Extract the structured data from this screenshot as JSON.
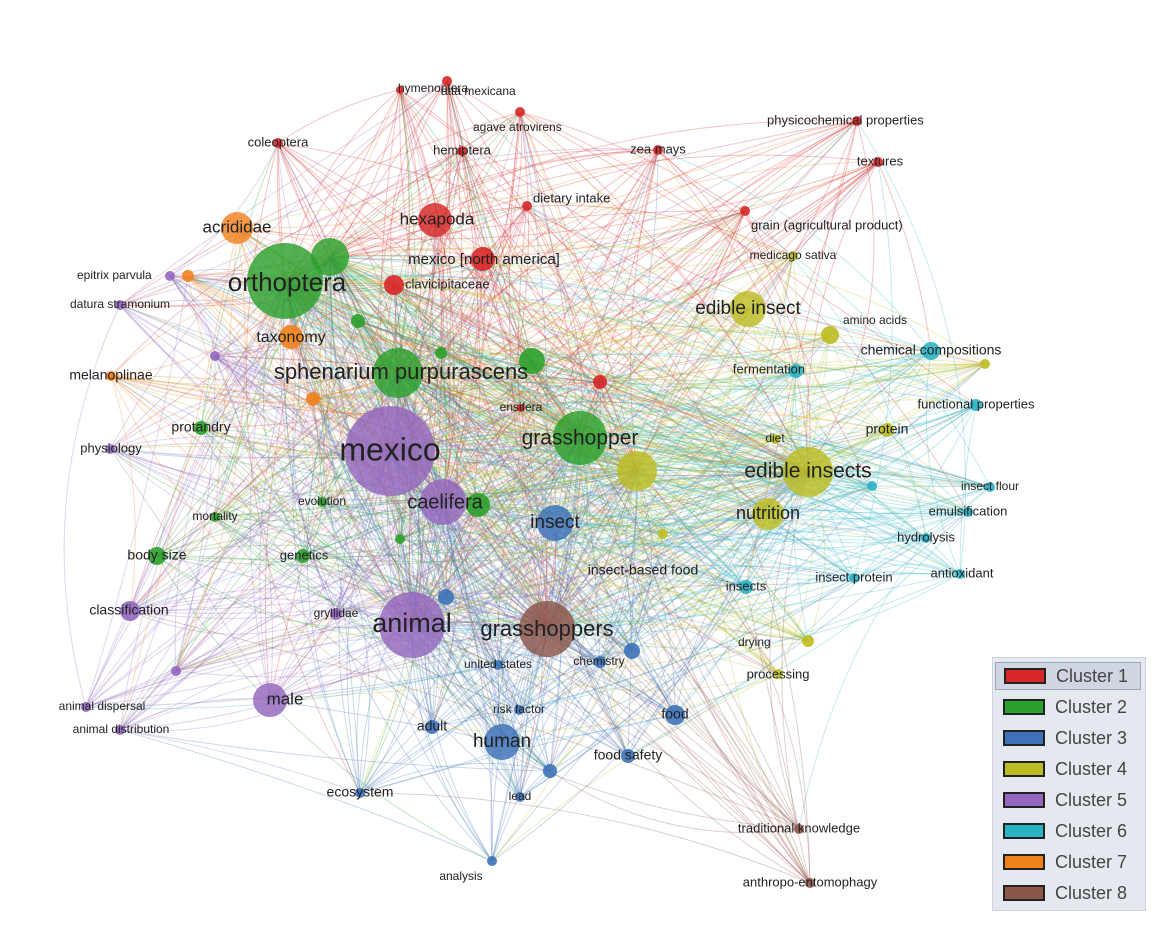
{
  "clusters": [
    {
      "id": 1,
      "label": "Cluster 1",
      "color": "#d62728"
    },
    {
      "id": 2,
      "label": "Cluster 2",
      "color": "#2ca02c"
    },
    {
      "id": 3,
      "label": "Cluster 3",
      "color": "#3d72b8"
    },
    {
      "id": 4,
      "label": "Cluster 4",
      "color": "#bcbd22"
    },
    {
      "id": 5,
      "label": "Cluster 5",
      "color": "#9467bd"
    },
    {
      "id": 6,
      "label": "Cluster 6",
      "color": "#2bb3c4"
    },
    {
      "id": 7,
      "label": "Cluster 7",
      "color": "#f0821e"
    },
    {
      "id": 8,
      "label": "Cluster 8",
      "color": "#8c564b"
    }
  ],
  "nodes": [
    {
      "id": "hymenoptera",
      "label": "hymenoptera",
      "cluster": 1
    },
    {
      "id": "atta-mexicana",
      "label": "atta mexicana",
      "cluster": 1
    },
    {
      "id": "agave-atrovirens",
      "label": "agave atrovirens",
      "cluster": 1
    },
    {
      "id": "coleoptera",
      "label": "coleoptera",
      "cluster": 1
    },
    {
      "id": "hemiptera",
      "label": "hemiptera",
      "cluster": 1
    },
    {
      "id": "zea-mays",
      "label": "zea mays",
      "cluster": 1
    },
    {
      "id": "dietary-intake",
      "label": "dietary intake",
      "cluster": 1
    },
    {
      "id": "hexapoda",
      "label": "hexapoda",
      "cluster": 1
    },
    {
      "id": "mexico-north-america",
      "label": "mexico [north america]",
      "cluster": 1
    },
    {
      "id": "clavicipitaceae",
      "label": "clavicipitaceae",
      "cluster": 1
    },
    {
      "id": "ensifera",
      "label": "ensifera",
      "cluster": 1
    },
    {
      "id": "physicochemical-properties",
      "label": "physicochemical properties",
      "cluster": 1
    },
    {
      "id": "textures",
      "label": "textures",
      "cluster": 1
    },
    {
      "id": "grain-agricultural-product",
      "label": "grain (agricultural product)",
      "cluster": 1
    },
    {
      "id": "c1-small-node",
      "label": "",
      "cluster": 1
    },
    {
      "id": "orthoptera",
      "label": "orthoptera",
      "cluster": 2
    },
    {
      "id": "orthoptera-neighbor",
      "label": "",
      "cluster": 2
    },
    {
      "id": "sphenarium-purpurascens",
      "label": "sphenarium purpurascens",
      "cluster": 2
    },
    {
      "id": "grasshopper",
      "label": "grasshopper",
      "cluster": 2
    },
    {
      "id": "protandry",
      "label": "protandry",
      "cluster": 2
    },
    {
      "id": "mortality",
      "label": "mortality",
      "cluster": 2
    },
    {
      "id": "body-size",
      "label": "body size",
      "cluster": 2
    },
    {
      "id": "genetics",
      "label": "genetics",
      "cluster": 2
    },
    {
      "id": "evolution",
      "label": "evolution",
      "cluster": 2
    },
    {
      "id": "c2-node-a",
      "label": "",
      "cluster": 2
    },
    {
      "id": "c2-node-b",
      "label": "",
      "cluster": 2
    },
    {
      "id": "c2-node-c",
      "label": "",
      "cluster": 2
    },
    {
      "id": "c2-node-d",
      "label": "",
      "cluster": 2
    },
    {
      "id": "c2-node-e",
      "label": "",
      "cluster": 2
    },
    {
      "id": "insect",
      "label": "insect",
      "cluster": 3
    },
    {
      "id": "human",
      "label": "human",
      "cluster": 3
    },
    {
      "id": "adult",
      "label": "adult",
      "cluster": 3
    },
    {
      "id": "risk-factor",
      "label": "risk factor",
      "cluster": 3
    },
    {
      "id": "food",
      "label": "food",
      "cluster": 3
    },
    {
      "id": "food-safety",
      "label": "food safety",
      "cluster": 3
    },
    {
      "id": "ecosystem",
      "label": "ecosystem",
      "cluster": 3
    },
    {
      "id": "lead",
      "label": "lead",
      "cluster": 3
    },
    {
      "id": "analysis",
      "label": "analysis",
      "cluster": 3
    },
    {
      "id": "united-states",
      "label": "united states",
      "cluster": 3
    },
    {
      "id": "chemistry",
      "label": "chemistry",
      "cluster": 3
    },
    {
      "id": "c3-node-a",
      "label": "",
      "cluster": 3
    },
    {
      "id": "c3-node-b",
      "label": "",
      "cluster": 3
    },
    {
      "id": "c3-node-c",
      "label": "",
      "cluster": 3
    },
    {
      "id": "edible-insect",
      "label": "edible insect",
      "cluster": 4
    },
    {
      "id": "edible-insects",
      "label": "edible insects",
      "cluster": 4
    },
    {
      "id": "nutrition",
      "label": "nutrition",
      "cluster": 4
    },
    {
      "id": "medicago-sativa",
      "label": "medicago sativa",
      "cluster": 4
    },
    {
      "id": "amino-acids",
      "label": "amino acids",
      "cluster": 4
    },
    {
      "id": "protein",
      "label": "protein",
      "cluster": 4
    },
    {
      "id": "diet",
      "label": "diet",
      "cluster": 4
    },
    {
      "id": "insect-based-food",
      "label": "insect-based food",
      "cluster": 4
    },
    {
      "id": "drying",
      "label": "drying",
      "cluster": 4
    },
    {
      "id": "processing",
      "label": "processing",
      "cluster": 4
    },
    {
      "id": "c4-node-a",
      "label": "",
      "cluster": 4
    },
    {
      "id": "c4-node-b",
      "label": "",
      "cluster": 4
    },
    {
      "id": "mexico",
      "label": "mexico",
      "cluster": 5
    },
    {
      "id": "caelifera",
      "label": "caelifera",
      "cluster": 5
    },
    {
      "id": "animal",
      "label": "animal",
      "cluster": 5
    },
    {
      "id": "male",
      "label": "male",
      "cluster": 5
    },
    {
      "id": "epitrix-parvula",
      "label": "epitrix parvula",
      "cluster": 5
    },
    {
      "id": "datura-stramonium",
      "label": "datura stramonium",
      "cluster": 5
    },
    {
      "id": "physiology",
      "label": "physiology",
      "cluster": 5
    },
    {
      "id": "classification",
      "label": "classification",
      "cluster": 5
    },
    {
      "id": "animal-dispersal",
      "label": "animal dispersal",
      "cluster": 5
    },
    {
      "id": "animal-distribution",
      "label": "animal distribution",
      "cluster": 5
    },
    {
      "id": "gryllidae",
      "label": "gryllidae",
      "cluster": 5
    },
    {
      "id": "c5-node-a",
      "label": "",
      "cluster": 5
    },
    {
      "id": "c5-node-b",
      "label": "",
      "cluster": 5
    },
    {
      "id": "chemical-compositions",
      "label": "chemical compositions",
      "cluster": 6
    },
    {
      "id": "fermentation",
      "label": "fermentation",
      "cluster": 6
    },
    {
      "id": "functional-properties",
      "label": "functional properties",
      "cluster": 6
    },
    {
      "id": "insect-flour",
      "label": "insect flour",
      "cluster": 6
    },
    {
      "id": "emulsification",
      "label": "emulsification",
      "cluster": 6
    },
    {
      "id": "hydrolysis",
      "label": "hydrolysis",
      "cluster": 6
    },
    {
      "id": "antioxidant",
      "label": "antioxidant",
      "cluster": 6
    },
    {
      "id": "insect-protein",
      "label": "insect protein",
      "cluster": 6
    },
    {
      "id": "insects",
      "label": "insects",
      "cluster": 6
    },
    {
      "id": "c6-node-a",
      "label": "",
      "cluster": 6
    },
    {
      "id": "acrididae",
      "label": "acrididae",
      "cluster": 7
    },
    {
      "id": "taxonomy",
      "label": "taxonomy",
      "cluster": 7
    },
    {
      "id": "melanoplinae",
      "label": "melanoplinae",
      "cluster": 7
    },
    {
      "id": "c7-node-a",
      "label": "",
      "cluster": 7
    },
    {
      "id": "c7-node-b",
      "label": "",
      "cluster": 7
    },
    {
      "id": "grasshoppers",
      "label": "grasshoppers",
      "cluster": 8
    },
    {
      "id": "traditional-knowledge",
      "label": "traditional knowledge",
      "cluster": 8
    },
    {
      "id": "anthropo-entomophagy",
      "label": "anthropo-entomophagy",
      "cluster": 8
    }
  ]
}
